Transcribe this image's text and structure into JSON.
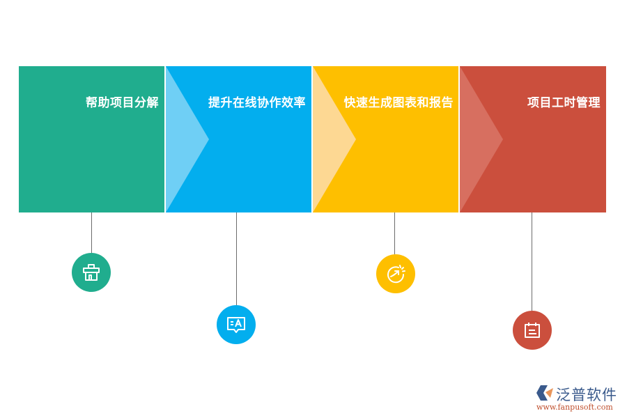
{
  "colors": {
    "green": "#20AD8E",
    "blue": "#03AEEE",
    "yellow": "#FEBF00",
    "red": "#CB4F3D",
    "connector": "#6B6B6B"
  },
  "steps": [
    {
      "title": "帮助项目分解",
      "color": "#20AD8E",
      "icon": "toolbox-icon"
    },
    {
      "title": "提升在线协作效率",
      "color": "#03AEEE",
      "icon": "translate-chat-icon"
    },
    {
      "title": "快速生成图表和报告",
      "color": "#FEBF00",
      "icon": "growth-arrow-icon"
    },
    {
      "title": "项目工时管理",
      "color": "#CB4F3D",
      "icon": "calendar-icon"
    }
  ],
  "logo": {
    "brand": "泛普软件",
    "url": "www.fanpusoft.com"
  }
}
